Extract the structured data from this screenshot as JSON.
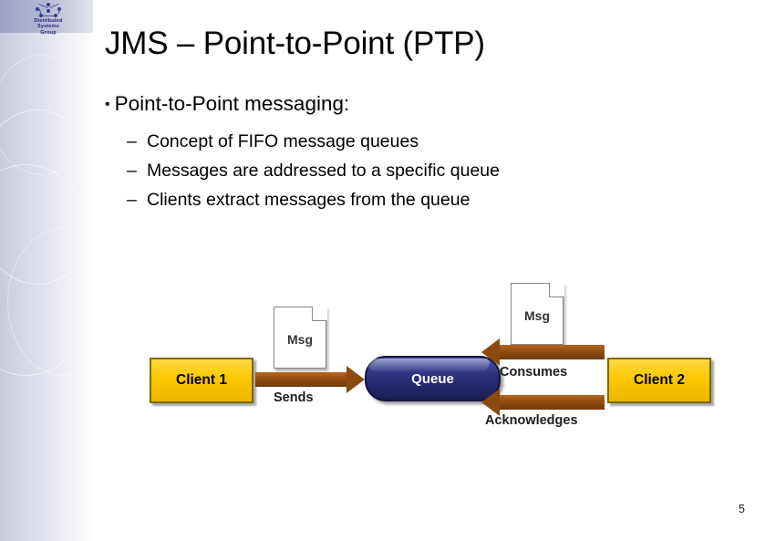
{
  "slide": {
    "title": "JMS – Point-to-Point (PTP)",
    "page_number": "5",
    "logo": {
      "line1": "Distributed",
      "line2": "Systems",
      "line3": "Group",
      "icon": "molecule-icon"
    },
    "bullets": {
      "level1": "Point-to-Point messaging:",
      "level1_marker": "•",
      "level2_marker": "–",
      "level2": [
        "Concept of FIFO message queues",
        "Messages are addressed to a specific queue",
        "Clients extract messages from the queue"
      ]
    },
    "diagram": {
      "client1": "Client 1",
      "client2": "Client 2",
      "queue": "Queue",
      "msg1": "Msg",
      "msg2": "Msg",
      "label_sends": "Sends",
      "label_consumes": "Consumes",
      "label_acknowledges": "Acknowledges"
    },
    "colors": {
      "client_box": "#fbc800",
      "queue_fill": "#2c2f7a",
      "arrow": "#8a4a10",
      "band": "#c8cade",
      "logo_text": "#1b2470"
    }
  }
}
